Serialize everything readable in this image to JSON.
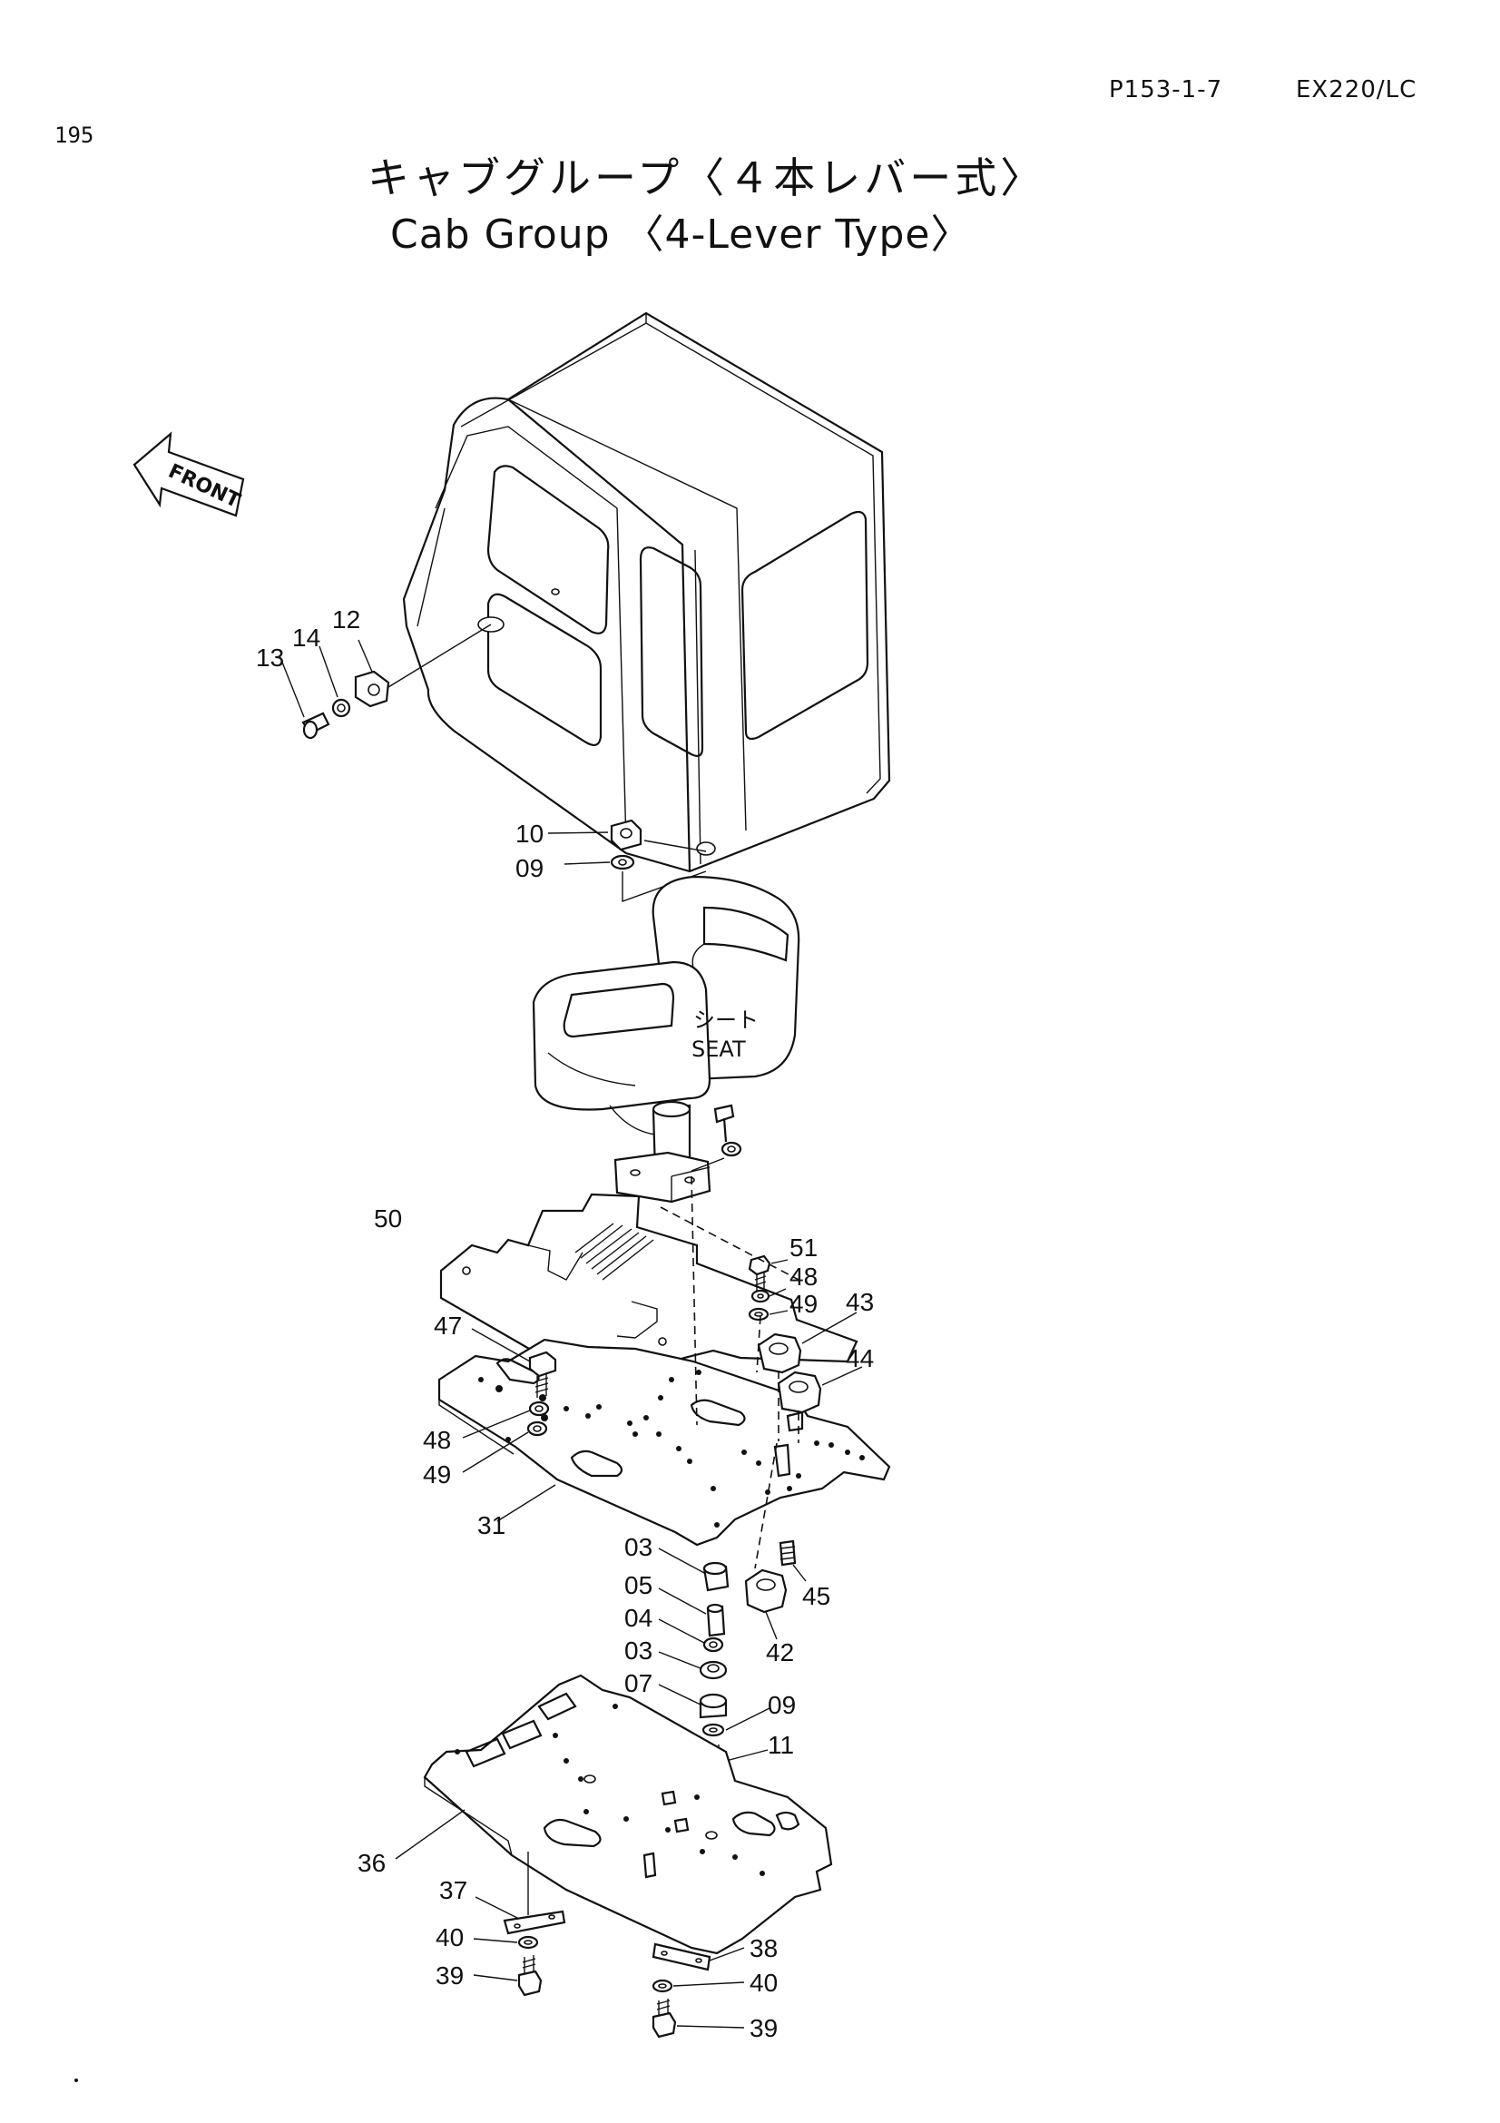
{
  "header": {
    "page_code": "P153-1-7",
    "model": "EX220/LC",
    "page_number": "195"
  },
  "title": {
    "japanese": "キャブグループ〈４本レバー式〉",
    "english": "Cab Group 〈4-Lever Type〉"
  },
  "front_marker": "FRONT",
  "seat_label": {
    "japanese": "シート",
    "english": "SEAT"
  },
  "callouts": {
    "c13": "13",
    "c14": "14",
    "c12": "12",
    "c10": "10",
    "c09a": "09",
    "c50": "50",
    "c51": "51",
    "c48a": "48",
    "c49a": "49",
    "c43": "43",
    "c44": "44",
    "c47": "47",
    "c48b": "48",
    "c49b": "49",
    "c31": "31",
    "c03a": "03",
    "c05": "05",
    "c04": "04",
    "c03b": "03",
    "c07": "07",
    "c45": "45",
    "c42": "42",
    "c09b": "09",
    "c11": "11",
    "c36": "36",
    "c37": "37",
    "c40a": "40",
    "c39a": "39",
    "c38": "38",
    "c40b": "40",
    "c39b": "39"
  }
}
